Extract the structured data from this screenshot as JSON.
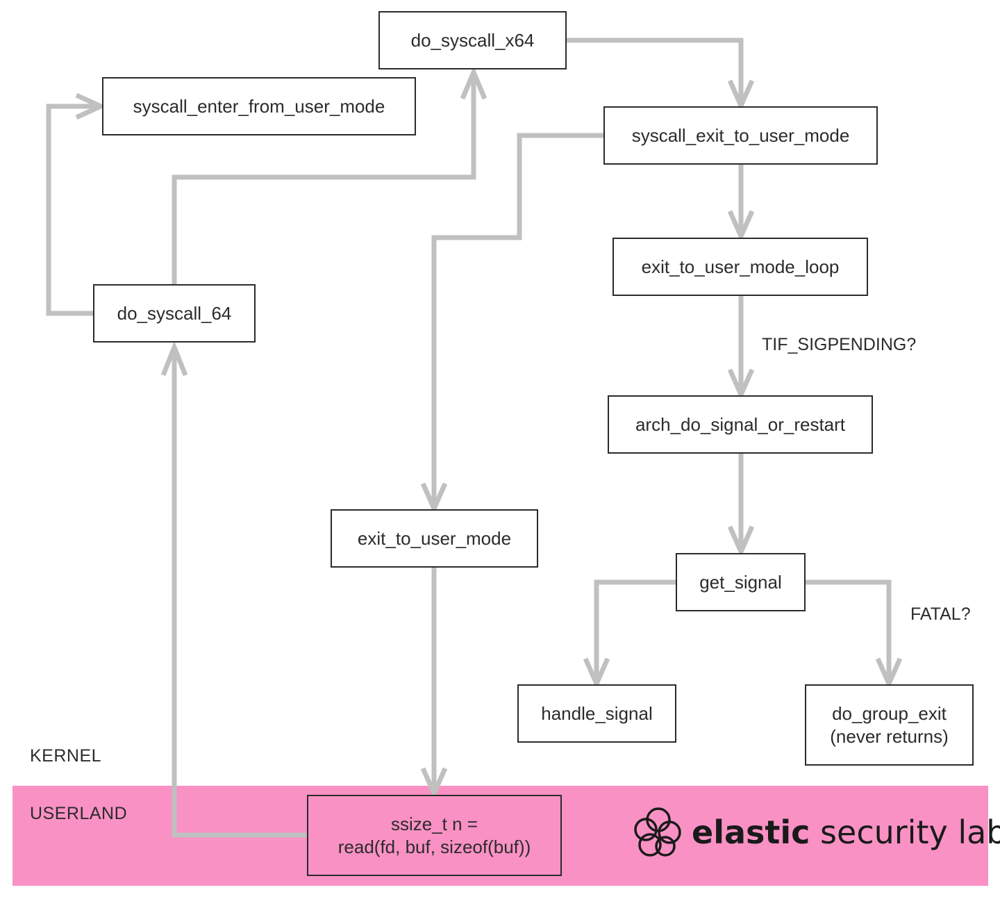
{
  "zones": {
    "kernel": "KERNEL",
    "userland": "USERLAND"
  },
  "nodes": {
    "do_syscall_x64": "do_syscall_x64",
    "syscall_enter_from_user_mode": "syscall_enter_from_user_mode",
    "syscall_exit_to_user_mode": "syscall_exit_to_user_mode",
    "exit_to_user_mode_loop": "exit_to_user_mode_loop",
    "do_syscall_64": "do_syscall_64",
    "arch_do_signal_or_restart": "arch_do_signal_or_restart",
    "exit_to_user_mode": "exit_to_user_mode",
    "get_signal": "get_signal",
    "handle_signal": "handle_signal",
    "do_group_exit": "do_group_exit\n(never returns)",
    "read_call": "ssize_t n =\nread(fd, buf, sizeof(buf))"
  },
  "conditions": {
    "tif_sigpending": "TIF_SIGPENDING?",
    "fatal": "FATAL?"
  },
  "logo": {
    "brand": "elastic",
    "product": "security labs"
  },
  "colors": {
    "userland_band": "#f991c4",
    "arrow": "#c0c0c0",
    "box_border": "#2b2b2b"
  },
  "edges": [
    {
      "from": "read_call",
      "to": "do_syscall_64"
    },
    {
      "from": "do_syscall_64",
      "to": "syscall_enter_from_user_mode"
    },
    {
      "from": "do_syscall_64",
      "to": "do_syscall_x64"
    },
    {
      "from": "do_syscall_x64",
      "to": "syscall_exit_to_user_mode"
    },
    {
      "from": "syscall_exit_to_user_mode",
      "to": "exit_to_user_mode_loop"
    },
    {
      "from": "syscall_exit_to_user_mode",
      "to": "exit_to_user_mode"
    },
    {
      "from": "exit_to_user_mode_loop",
      "to": "arch_do_signal_or_restart",
      "label": "TIF_SIGPENDING?"
    },
    {
      "from": "arch_do_signal_or_restart",
      "to": "get_signal"
    },
    {
      "from": "get_signal",
      "to": "handle_signal"
    },
    {
      "from": "get_signal",
      "to": "do_group_exit",
      "label": "FATAL?"
    },
    {
      "from": "exit_to_user_mode",
      "to": "read_call"
    }
  ]
}
